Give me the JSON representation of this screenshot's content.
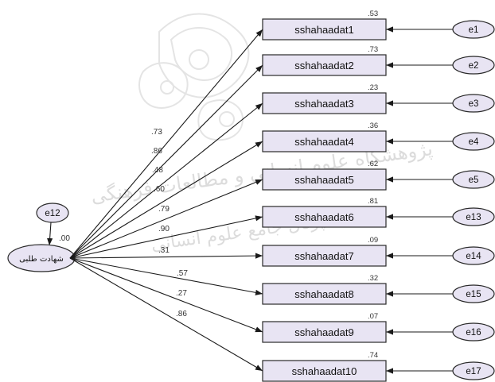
{
  "latent": {
    "label": "شهادت طلبی",
    "variance": ".00"
  },
  "latent_error": {
    "label": "e12"
  },
  "indicators": [
    {
      "name": "sshahaadat1",
      "error": "e1",
      "r2": ".53",
      "loading": ".73"
    },
    {
      "name": "sshahaadat2",
      "error": "e2",
      "r2": ".73",
      "loading": ".86"
    },
    {
      "name": "sshahaadat3",
      "error": "e3",
      "r2": ".23",
      "loading": ".48"
    },
    {
      "name": "sshahaadat4",
      "error": "e4",
      "r2": ".36",
      "loading": ".60"
    },
    {
      "name": "sshahaadat5",
      "error": "e5",
      "r2": ".62",
      "loading": ".79"
    },
    {
      "name": "sshahaadat6",
      "error": "e13",
      "r2": ".81",
      "loading": ".90"
    },
    {
      "name": "sshahaadat7",
      "error": "e14",
      "r2": ".09",
      "loading": ".31"
    },
    {
      "name": "sshahaadat8",
      "error": "e15",
      "r2": ".32",
      "loading": ".57"
    },
    {
      "name": "sshahaadat9",
      "error": "e16",
      "r2": ".07",
      "loading": ".27"
    },
    {
      "name": "sshahaadat10",
      "error": "e17",
      "r2": ".74",
      "loading": ".86"
    }
  ],
  "colors": {
    "node_fill": "#e8e4f3",
    "stroke": "#1a1a1a"
  }
}
